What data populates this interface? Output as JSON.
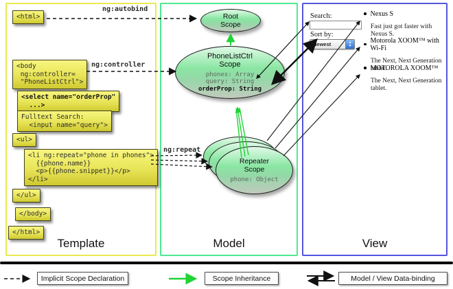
{
  "columns": {
    "template": {
      "label": "Template"
    },
    "model": {
      "label": "Model"
    },
    "view": {
      "label": "View"
    }
  },
  "template_code": {
    "html_open": "<html>",
    "body_open": "<body\n ng:controller=\n \"PhoneListCtrl\">",
    "select": "<select name=\"orderProp\"\n  ...>",
    "fulltext": "Fulltext Search:\n  <input name=\"query\">",
    "ul_open": "<ul>",
    "li_repeat": "<li ng:repeat=\"phone in phones\">\n  {{phone.name}}\n  <p>{{phone.snippet}}</p>\n</li>",
    "ul_close": "</ul>",
    "body_close": "</body>",
    "html_close": "</html>"
  },
  "arrow_labels": {
    "autobind": "ng:autobind",
    "controller": "ng:controller",
    "repeat": "ng:repeat"
  },
  "scopes": {
    "root": {
      "title": "Root\nScope"
    },
    "phone_list": {
      "title": "PhoneListCtrl\nScope",
      "props_plain": "phones: Array\nquery: String",
      "prop_bold": "orderProp: String"
    },
    "repeater": {
      "title": "Repeater\nScope",
      "prop": "phone: Object"
    }
  },
  "view": {
    "search_label": "Search:",
    "search_value": "",
    "sort_label": "Sort by:",
    "sort_value": "Newest",
    "items": [
      {
        "title": "Nexus S",
        "desc": "Fast just got faster with Nexus S."
      },
      {
        "title": "Motorola XOOM™ with Wi-Fi",
        "desc": "The Next, Next Generation tablet."
      },
      {
        "title": "MOTOROLA XOOM™",
        "desc": "The Next, Next Generation tablet."
      }
    ]
  },
  "legend": {
    "implicit": "Implicit Scope Declaration",
    "inheritance": "Scope Inheritance",
    "databinding": "Model / View Data-binding"
  },
  "colors": {
    "template_border": "#e9e94f",
    "model_border": "#4fe992",
    "view_border": "#5454de",
    "code_box_fill": "#f0ee55",
    "scope_fill": "#86e59f",
    "green_arrow": "#1fd435",
    "arrow_black": "#111111"
  }
}
